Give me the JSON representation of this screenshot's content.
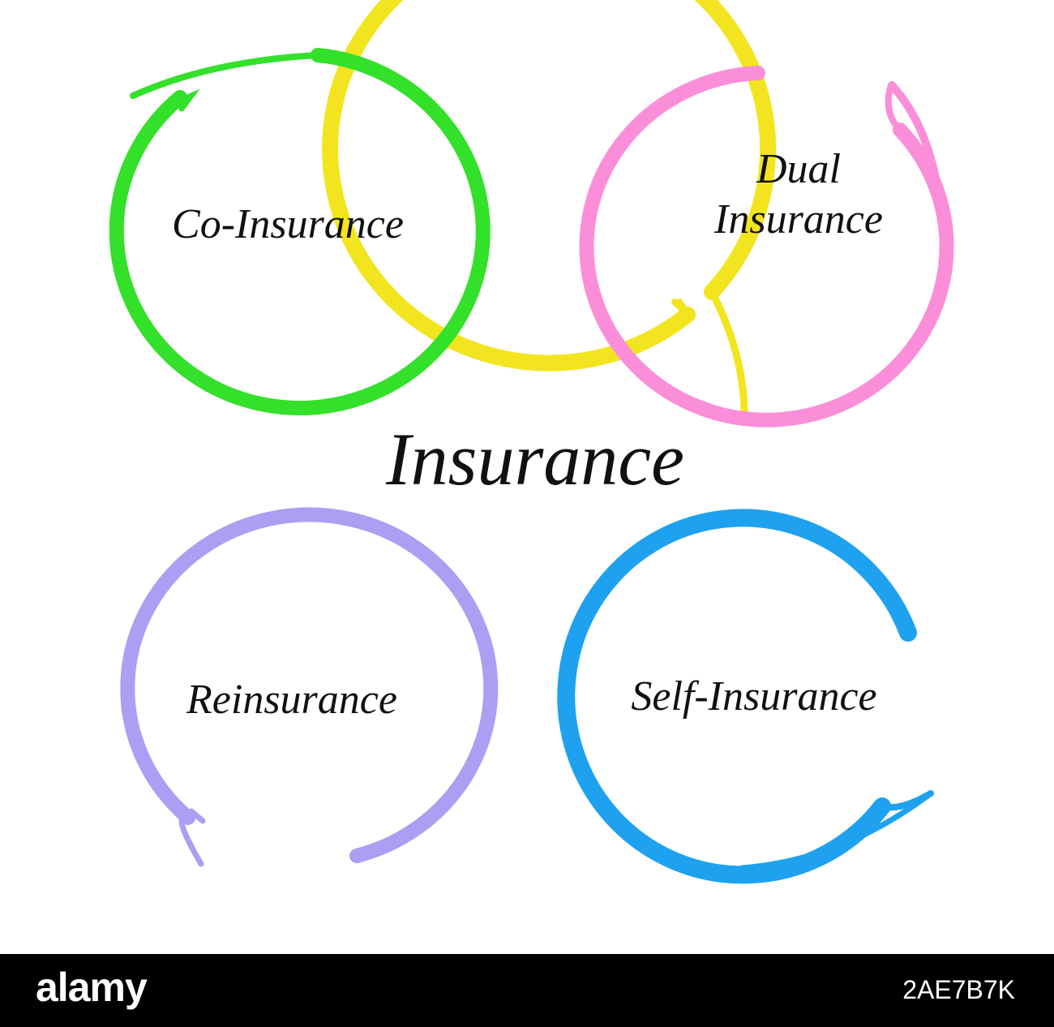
{
  "diagram": {
    "center": {
      "label": "Insurance",
      "color": "#f2e51f"
    },
    "nodes": [
      {
        "id": "co",
        "label": "Co-Insurance",
        "color": "#33e02a"
      },
      {
        "id": "dual",
        "label_lines": [
          "Dual",
          "Insurance"
        ],
        "color": "#fb8ed8"
      },
      {
        "id": "re",
        "label": "Reinsurance",
        "color": "#ad9df3"
      },
      {
        "id": "self",
        "label": "Self-Insurance",
        "color": "#1ea2ef"
      }
    ]
  },
  "watermark": {
    "logo": "alamy",
    "image_id": "2AE7B7K"
  }
}
